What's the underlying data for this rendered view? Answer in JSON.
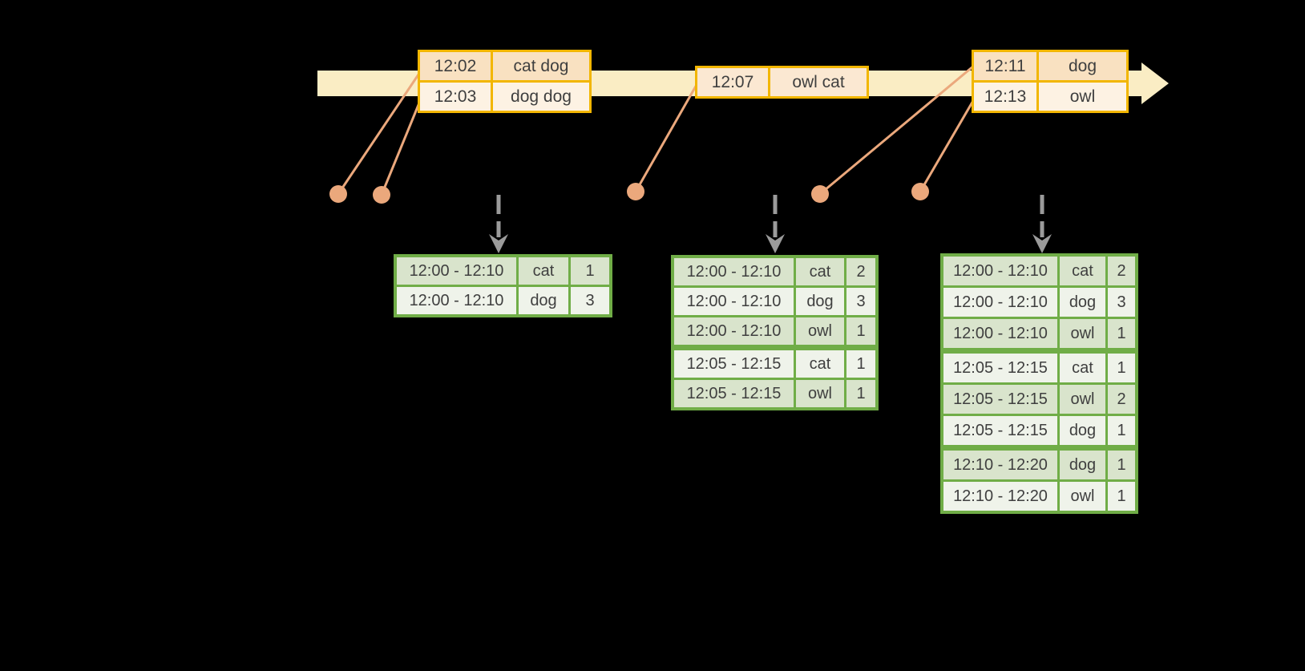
{
  "canvas": {
    "background": "#000000"
  },
  "palette": {
    "timeline_fill": "#FAEDC4",
    "event_border": "#F2B600",
    "event_row_fill_dark": "#F9E1C1",
    "event_row_fill_light": "#FDF2E3",
    "event_row_fill_single": "#FBE8D2",
    "connector": "#EBA87C",
    "dashed_arrow": "#9B9B9B",
    "result_border": "#70AD47",
    "result_row_fill_dark": "#D9E4CC",
    "result_row_fill_light": "#EFF3EA",
    "text": "#3F3F3F"
  },
  "timeline": {
    "event_tables": [
      {
        "id": "events-1",
        "rows": [
          {
            "time": "12:02",
            "words": "cat dog",
            "fill": "#F9E1C1"
          },
          {
            "time": "12:03",
            "words": "dog dog",
            "fill": "#FDF2E3"
          }
        ]
      },
      {
        "id": "events-2",
        "rows": [
          {
            "time": "12:07",
            "words": "owl cat",
            "fill": "#FBE8D2"
          }
        ]
      },
      {
        "id": "events-3",
        "rows": [
          {
            "time": "12:11",
            "words": "dog",
            "fill": "#F9E1C1"
          },
          {
            "time": "12:13",
            "words": "owl",
            "fill": "#FDF2E3"
          }
        ]
      }
    ]
  },
  "result_tables": [
    {
      "id": "result-1",
      "rows": [
        {
          "window": "12:00 - 12:10",
          "word": "cat",
          "count": "1",
          "group": 0
        },
        {
          "window": "12:00 - 12:10",
          "word": "dog",
          "count": "3",
          "group": 0
        }
      ]
    },
    {
      "id": "result-2",
      "rows": [
        {
          "window": "12:00 - 12:10",
          "word": "cat",
          "count": "2",
          "group": 0
        },
        {
          "window": "12:00 - 12:10",
          "word": "dog",
          "count": "3",
          "group": 0
        },
        {
          "window": "12:00 - 12:10",
          "word": "owl",
          "count": "1",
          "group": 0
        },
        {
          "window": "12:05 - 12:15",
          "word": "cat",
          "count": "1",
          "group": 1
        },
        {
          "window": "12:05 - 12:15",
          "word": "owl",
          "count": "1",
          "group": 1
        }
      ]
    },
    {
      "id": "result-3",
      "rows": [
        {
          "window": "12:00 - 12:10",
          "word": "cat",
          "count": "2",
          "group": 0
        },
        {
          "window": "12:00 - 12:10",
          "word": "dog",
          "count": "3",
          "group": 0
        },
        {
          "window": "12:00 - 12:10",
          "word": "owl",
          "count": "1",
          "group": 0
        },
        {
          "window": "12:05 - 12:15",
          "word": "cat",
          "count": "1",
          "group": 1
        },
        {
          "window": "12:05 - 12:15",
          "word": "owl",
          "count": "2",
          "group": 1
        },
        {
          "window": "12:05 - 12:15",
          "word": "dog",
          "count": "1",
          "group": 1
        },
        {
          "window": "12:10 - 12:20",
          "word": "dog",
          "count": "1",
          "group": 2
        },
        {
          "window": "12:10 - 12:20",
          "word": "owl",
          "count": "1",
          "group": 2
        }
      ]
    }
  ]
}
